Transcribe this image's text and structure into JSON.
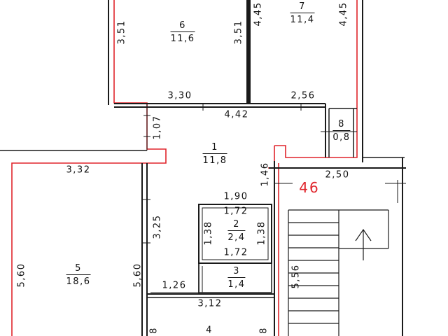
{
  "colors": {
    "wall": "#1a1a1a",
    "outline": "#e0242b",
    "text": "#111111",
    "flat_number": "#e0242b"
  },
  "flat_number": "46",
  "rooms": [
    {
      "num": "1",
      "area": "11,8"
    },
    {
      "num": "2",
      "area": "2,4"
    },
    {
      "num": "3",
      "area": "1,4"
    },
    {
      "num": "4",
      "area": ""
    },
    {
      "num": "5",
      "area": "18,6"
    },
    {
      "num": "6",
      "area": "11,6"
    },
    {
      "num": "7",
      "area": "11,4"
    },
    {
      "num": "8",
      "area": "0,8"
    }
  ],
  "dimensions": {
    "r6_left": "3,51",
    "r6_right": "3,51",
    "r6_bottom": "3,30",
    "r7_left": "4,45",
    "r7_right": "4,45",
    "r7_bottom": "2,56",
    "hall_top": "4,42",
    "hall_left": "1,07",
    "hall_right": "1,46",
    "r5_top": "3,32",
    "r5_left": "5,60",
    "r5_right": "5,60",
    "hall_mid": "3,25",
    "r2_top_outer": "1,90",
    "r2_top": "1,72",
    "r2_bottom": "1,72",
    "r2_left": "1,38",
    "r2_right": "1,38",
    "r3_left": "1,26",
    "r4_top": "3,12",
    "r4_left": "8",
    "r4_right": "8",
    "stair_top": "2,50",
    "stair_side": "5,56"
  }
}
